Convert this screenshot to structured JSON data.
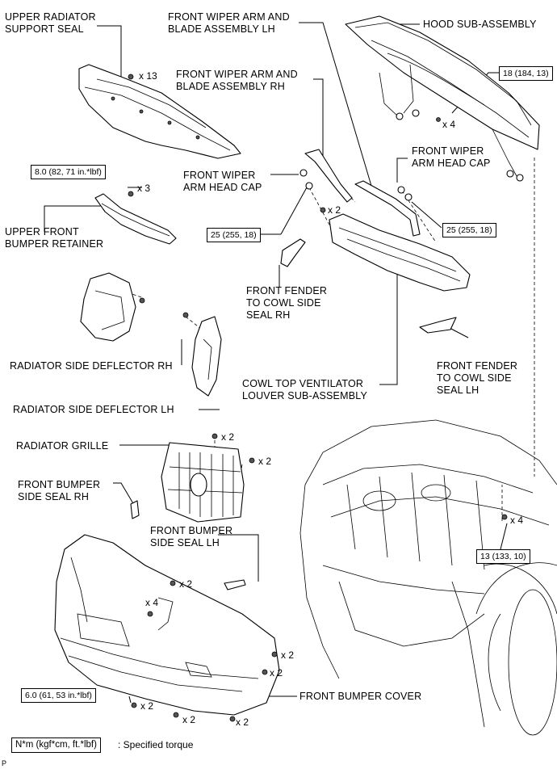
{
  "labels": {
    "upper_radiator_support_seal": "UPPER RADIATOR\nSUPPORT SEAL",
    "front_wiper_arm_lh": "FRONT WIPER ARM AND\nBLADE ASSEMBLY LH",
    "hood_sub_assembly": "HOOD SUB-ASSEMBLY",
    "front_wiper_arm_rh": "FRONT WIPER ARM AND\nBLADE ASSEMBLY RH",
    "front_wiper_arm_head_cap_right": "FRONT WIPER\nARM HEAD CAP",
    "front_wiper_arm_head_cap_left": "FRONT WIPER\nARM HEAD CAP",
    "upper_front_bumper_retainer": "UPPER FRONT\nBUMPER RETAINER",
    "front_fender_to_cowl_side_seal_rh": "FRONT FENDER\nTO COWL SIDE\nSEAL RH",
    "radiator_side_deflector_rh": "RADIATOR SIDE DEFLECTOR RH",
    "front_fender_to_cowl_side_seal_lh": "FRONT FENDER\nTO COWL SIDE\nSEAL LH",
    "cowl_top_ventilator_louver": "COWL TOP VENTILATOR\nLOUVER SUB-ASSEMBLY",
    "radiator_side_deflector_lh": "RADIATOR SIDE DEFLECTOR LH",
    "radiator_grille": "RADIATOR GRILLE",
    "front_bumper_side_seal_rh": "FRONT BUMPER\nSIDE SEAL RH",
    "front_bumper_side_seal_lh": "FRONT BUMPER\nSIDE SEAL LH",
    "front_bumper_cover": "FRONT BUMPER COVER"
  },
  "torques": {
    "hood": "18 (184, 13)",
    "retainer": "8.0 (82, 71 in.*lbf)",
    "wiper_rh": "25 (255, 18)",
    "wiper_lh": "25 (255, 18)",
    "engine": "13 (133, 10)",
    "bumper": "6.0 (61, 53 in.*lbf)"
  },
  "quantities": {
    "seal_clips": "x 13",
    "hood_bolts": "x 4",
    "retainer_bolts": "x 3",
    "cowl_nuts": "x 2",
    "grille_top": "x 2",
    "grille_side": "x 2",
    "engine_bolts": "x 4",
    "bumper_upper": "x 2",
    "bumper_left": "x 4",
    "bumper_right_1": "x 2",
    "bumper_right_2": "x 2",
    "bumper_bottom_1": "x 2",
    "bumper_bottom_2": "x 2",
    "bumper_bottom_3": "x 2"
  },
  "legend": {
    "unit": "N*m (kgf*cm, ft.*lbf)",
    "description": ": Specified torque"
  },
  "page_marker": "P"
}
